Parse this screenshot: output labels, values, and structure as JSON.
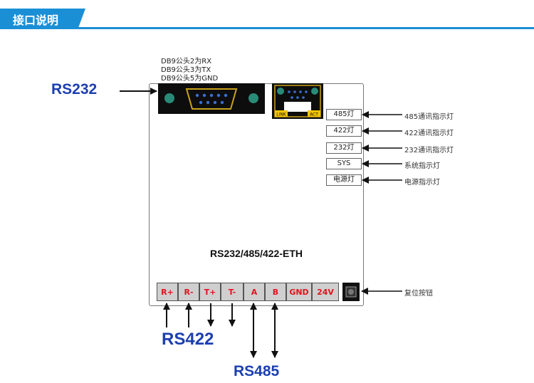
{
  "header": {
    "title": "接口说明",
    "accent_color": "#1a8fd6"
  },
  "db9_notes": [
    "DB9公头2为RX",
    "DB9公头3为TX",
    "DB9公头5为GND"
  ],
  "labels": {
    "rs232": "RS232",
    "rs422": "RS422",
    "rs485": "RS485",
    "model": "RS232/485/422-ETH"
  },
  "rj45_labels": [
    "LINK",
    "ACT"
  ],
  "leds": [
    {
      "name": "485灯",
      "desc": "485通讯指示灯"
    },
    {
      "name": "422灯",
      "desc": "422通讯指示灯"
    },
    {
      "name": "232灯",
      "desc": "232通讯指示灯"
    },
    {
      "name": "SYS",
      "desc": "系统指示灯"
    },
    {
      "name": "电源灯",
      "desc": "电源指示灯"
    }
  ],
  "terminals": [
    "R+",
    "R-",
    "T+",
    "T-",
    "A",
    "B",
    "GND",
    "24V"
  ],
  "reset": {
    "desc": "复位按钮"
  },
  "colors": {
    "label_blue": "#1c3fb0",
    "terminal_red": "#e0141e",
    "connector_green": "#2a8a78"
  }
}
